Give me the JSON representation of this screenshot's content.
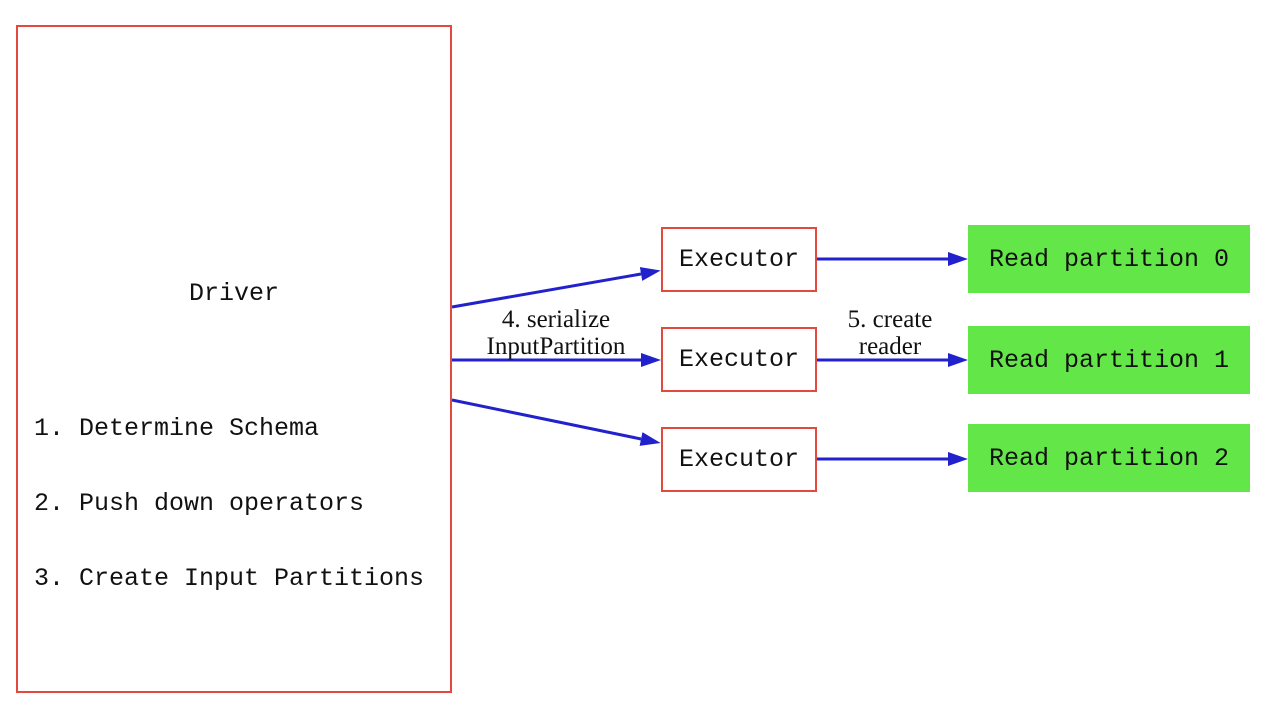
{
  "diagram": {
    "driver": {
      "title": "Driver",
      "steps": [
        "1. Determine Schema",
        "2. Push down operators",
        "3. Create Input Partitions"
      ]
    },
    "executors": [
      {
        "label": "Executor"
      },
      {
        "label": "Executor"
      },
      {
        "label": "Executor"
      }
    ],
    "partitions": [
      {
        "label": "Read partition 0"
      },
      {
        "label": "Read partition 1"
      },
      {
        "label": "Read partition 2"
      }
    ],
    "edge_labels": {
      "serialize_line1": "4. serialize",
      "serialize_line2": "InputPartition",
      "reader_line1": "5. create",
      "reader_line2": "reader"
    },
    "colors": {
      "box_border": "#e5493d",
      "arrow": "#2222cc",
      "partition_fill": "#63e748",
      "text": "#111111"
    }
  }
}
